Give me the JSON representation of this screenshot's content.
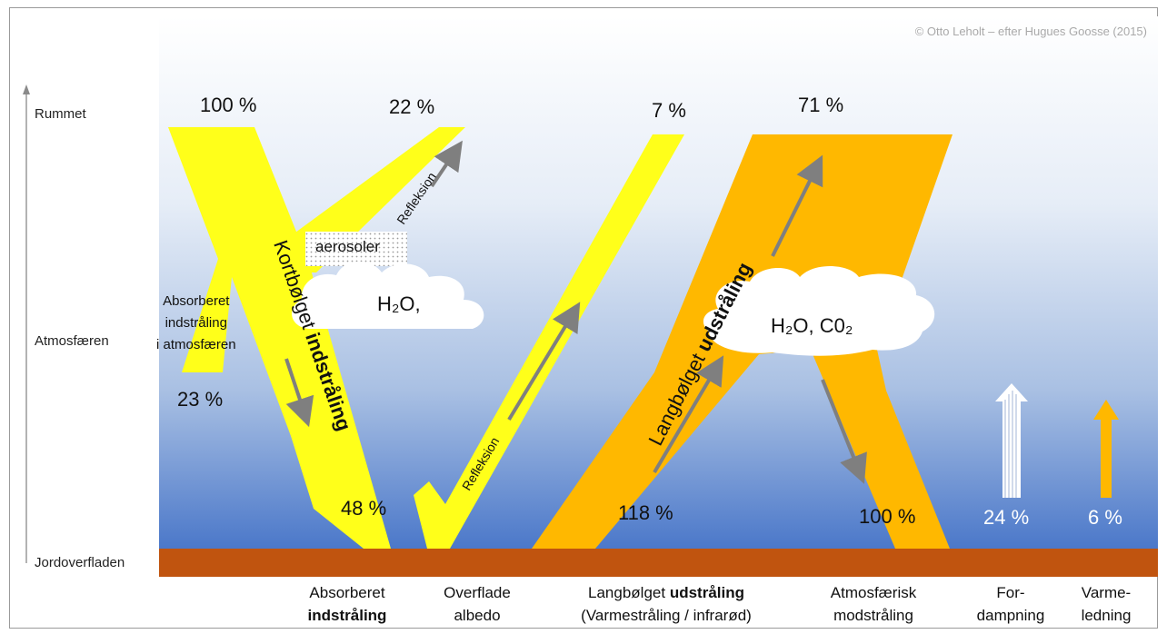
{
  "credit": "© Otto Leholt – efter Hugues Goosse (2015)",
  "levels": {
    "space": "Rummet",
    "atmosphere": "Atmosfæren",
    "surface": "Jordoverfladen"
  },
  "percentages": {
    "incoming": "100 %",
    "reflected_atmosphere": "22 %",
    "surface_to_space": "7 %",
    "atmosphere_to_space": "71 %",
    "absorbed_atmosphere": "23 %",
    "absorbed_surface": "48 %",
    "longwave_surface": "118 %",
    "back_radiation": "100 %",
    "evaporation": "24 %",
    "conduction": "6 %"
  },
  "flow_labels": {
    "shortwave_prefix": "Kortbølget ",
    "shortwave_bold": "indstråling",
    "longwave_prefix": "Langbølget ",
    "longwave_bold": "udstråling",
    "reflection_top": "Refleksion",
    "reflection_bottom": "Refleksion",
    "aerosols": "aerosoler",
    "cloud_left": "H₂O,",
    "cloud_right": "H₂O, C0₂",
    "absorbed_in_atmosphere": [
      "Absorberet",
      "indstråling",
      "i atmosfæren"
    ]
  },
  "bottom_labels": {
    "absorbed_line1": "Absorberet",
    "absorbed_line2": "indstråling",
    "albedo_line1": "Overflade",
    "albedo_line2": "albedo",
    "longwave_line1_prefix": "Langbølget ",
    "longwave_line1_bold": "udstråling",
    "longwave_line2": "(Varmestråling / infrarød)",
    "backrad_line1": "Atmosfærisk",
    "backrad_line2": "modstråling",
    "evap_line1": "For-",
    "evap_line2": "dampning",
    "cond_line1": "Varme-",
    "cond_line2": "ledning"
  },
  "colors": {
    "shortwave": "#ffff1a",
    "longwave": "#ffb800",
    "ground": "#c0540f",
    "sky_top": "#ffffff",
    "sky_bottom": "#4a77c9",
    "arrow": "#7f7f7f"
  }
}
